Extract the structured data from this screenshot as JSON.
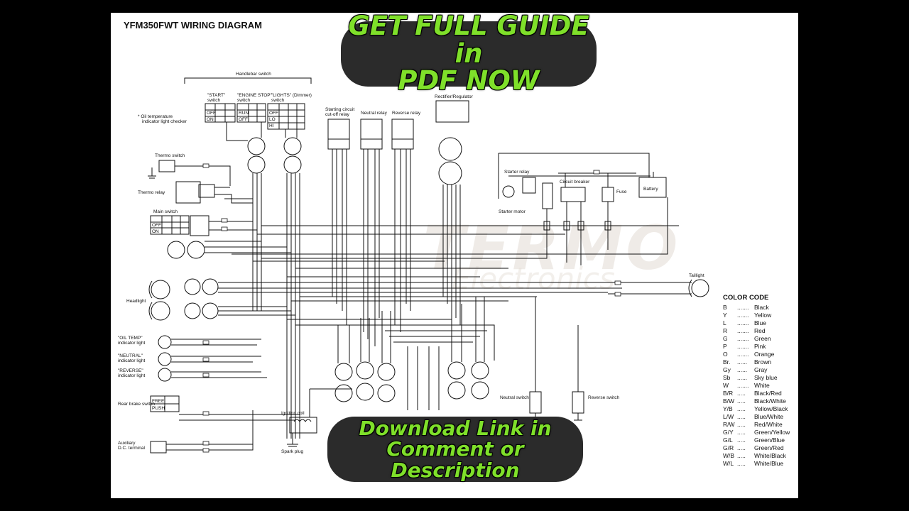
{
  "diagram": {
    "title": "YFM350FWT WIRING DIAGRAM",
    "watermark": {
      "main": "TERMO",
      "sub": "Electronics"
    },
    "components": {
      "handlebar_switch": "Handlebar switch",
      "start_switch": "\"START\"",
      "start_switch2": "switch",
      "engine_stop": "\"ENGINE STOP\"",
      "engine_stop2": "switch",
      "lights_dimmer": "\"LIGHTS\" (Dimmer)",
      "lights_dimmer2": "switch",
      "oil_temp_checker": "* Oil temperature",
      "oil_temp_checker2": "indicator light checker",
      "thermo_switch": "Thermo switch",
      "thermo_relay": "Thermo relay",
      "main_switch": "Main switch",
      "headlight": "Headlight",
      "oil_temp_light": "\"OIL TEMP\"",
      "oil_temp_light2": "indicator light",
      "neutral_light": "\"NEUTRAL\"",
      "neutral_light2": "indicator light",
      "reverse_light": "\"REVERSE\"",
      "reverse_light2": "indicator light",
      "rear_brake_switch": "Rear brake switch",
      "auxiliary": "Auxiliary",
      "dc_terminal": "D.C. terminal",
      "ignition_coil": "Ignition coil",
      "spark_plug": "Spark plug",
      "starting_relay": "Starting circuit",
      "starting_relay2": "cut-off relay",
      "neutral_relay": "Neutral relay",
      "reverse_relay": "Reverse relay",
      "rectifier": "Rectifier/Regulator",
      "starter_relay": "Starter relay",
      "circuit_breaker": "Circuit breaker",
      "fuse": "Fuse",
      "battery": "Battery",
      "starter_motor": "Starter motor",
      "taillight": "Taillight",
      "neutral_switch": "Neutral switch",
      "reverse_switch": "Reverse switch"
    },
    "switch_labels": {
      "off": "OFF",
      "on": "ON",
      "run": "RUN",
      "lo": "LO",
      "hi": "HI",
      "free": "FREE",
      "push": "PUSH"
    }
  },
  "color_code": {
    "title": "COLOR CODE",
    "rows": [
      {
        "code": "B",
        "dots": ".......",
        "color": "Black"
      },
      {
        "code": "Y",
        "dots": ".......",
        "color": "Yellow"
      },
      {
        "code": "L",
        "dots": ".......",
        "color": "Blue"
      },
      {
        "code": "R",
        "dots": ".......",
        "color": "Red"
      },
      {
        "code": "G",
        "dots": ".......",
        "color": "Green"
      },
      {
        "code": "P",
        "dots": ".......",
        "color": "Pink"
      },
      {
        "code": "O",
        "dots": ".......",
        "color": "Orange"
      },
      {
        "code": "Br.",
        "dots": "......",
        "color": "Brown"
      },
      {
        "code": "Gy",
        "dots": "......",
        "color": "Gray"
      },
      {
        "code": "Sb",
        "dots": "......",
        "color": "Sky blue"
      },
      {
        "code": "W",
        "dots": ".......",
        "color": "White"
      },
      {
        "code": "B/R",
        "dots": ".....",
        "color": "Black/Red"
      },
      {
        "code": "B/W",
        "dots": ".....",
        "color": "Black/White"
      },
      {
        "code": "Y/B",
        "dots": ".....",
        "color": "Yellow/Black"
      },
      {
        "code": "L/W",
        "dots": ".....",
        "color": "Blue/White"
      },
      {
        "code": "R/W",
        "dots": ".....",
        "color": "Red/White"
      },
      {
        "code": "G/Y",
        "dots": ".....",
        "color": "Green/Yellow"
      },
      {
        "code": "G/L",
        "dots": ".....",
        "color": "Green/Blue"
      },
      {
        "code": "G/R",
        "dots": ".....",
        "color": "Green/Red"
      },
      {
        "code": "W/B",
        "dots": ".....",
        "color": "White/Black"
      },
      {
        "code": "W/L",
        "dots": ".....",
        "color": "White/Blue"
      }
    ]
  },
  "banners": {
    "top_line1": "GET FULL GUIDE in",
    "top_line2": "PDF NOW",
    "bottom_line1": "Download Link in",
    "bottom_line2": "Comment or Description"
  },
  "colors": {
    "background": "#000000",
    "sheet": "#ffffff",
    "ink": "#111111",
    "banner_bg": "#2b2b2b",
    "banner_text": "#7fe02a"
  }
}
